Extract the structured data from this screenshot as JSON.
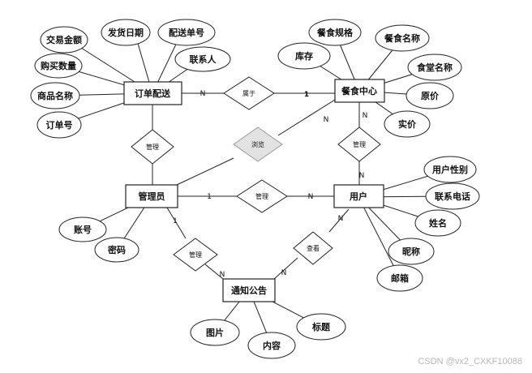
{
  "entities": {
    "order": "订单配送",
    "center": "餐食中心",
    "admin": "管理员",
    "user": "用户",
    "notice": "通知公告"
  },
  "relationships": {
    "belongs": "属于",
    "manage_order": "管理",
    "manage_center": "管理",
    "manage_user": "管理",
    "manage_notice": "管理",
    "browse": "浏览",
    "view": "查看"
  },
  "attributes": {
    "order": [
      "交易金额",
      "发货日期",
      "配送单号",
      "联系人",
      "购买数量",
      "商品名称",
      "订单号"
    ],
    "center": [
      "餐食规格",
      "餐食名称",
      "库存",
      "食堂名称",
      "原价",
      "实价"
    ],
    "user": [
      "用户性别",
      "联系电话",
      "姓名",
      "昵称",
      "邮箱"
    ],
    "admin": [
      "账号",
      "密码"
    ],
    "notice": [
      "图片",
      "内容",
      "标题"
    ]
  },
  "cardinalities": {
    "order_belongs": "N",
    "center_belongs": "1",
    "center_browse": "N",
    "center_top": "N",
    "user_browse_side": "N",
    "admin_manage": "1",
    "user_manage": "N",
    "admin_down": "1",
    "notice_left": "N",
    "notice_right": "N",
    "user_view": "N"
  },
  "watermark": "CSDN @vx2_CXKF10088"
}
